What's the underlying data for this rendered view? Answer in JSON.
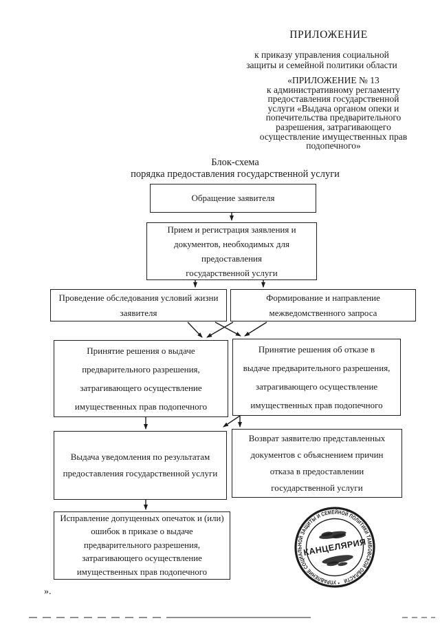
{
  "colors": {
    "ink": "#1b1b1b",
    "paper": "#ffffff"
  },
  "header": {
    "appendix_label": "ПРИЛОЖЕНИЕ",
    "order_text": "к приказу управления социальной\nзащиты и семейной политики области",
    "appendix13_text": "«ПРИЛОЖЕНИЕ № 13\nк административному регламенту\nпредоставления государственной\nуслуги «Выдача органом опеки и\nпопечительства предварительного\nразрешения, затрагивающего\nосуществление имущественных прав\nподопечного»"
  },
  "title_text": "Блок-схема\nпорядка предоставления государственной услуги",
  "flowchart": {
    "boxes": [
      {
        "id": "applicant-appeal",
        "text": "Обращение заявителя"
      },
      {
        "id": "reception-registration",
        "text": "Прием и регистрация заявления и\nдокументов, необходимых для\nпредоставления\nгосударственной услуги"
      },
      {
        "id": "living-conditions-survey",
        "text": "Проведение обследования условий жизни\nзаявителя"
      },
      {
        "id": "interagency-request",
        "text": "Формирование и направление\nмежведомственного запроса"
      },
      {
        "id": "decision-issue-permission",
        "text": "Принятие решения о выдаче\nпредварительного разрешения,\nзатрагивающего осуществление\nимущественных прав подопечного"
      },
      {
        "id": "decision-refuse-permission",
        "text": "Принятие решения об отказе в\nвыдаче предварительного разрешения,\nзатрагивающего осуществление\nимущественных прав подопечного"
      },
      {
        "id": "notification-issue",
        "text": "Выдача уведомления по результатам\nпредоставления государственной услуги"
      },
      {
        "id": "documents-return",
        "text": "Возврат заявителю представленных\nдокументов с объяснением причин\nотказа в предоставлении\nгосударственной услуги"
      },
      {
        "id": "typos-correction",
        "text": "Исправление допущенных опечаток и (или)\nошибок в приказе о выдаче\nпредварительного разрешения,\nзатрагивающего осуществление\nимущественных прав подопечного"
      }
    ]
  },
  "stamp": {
    "center_text": "КАНЦЕЛЯРИЯ",
    "ring_text": "* УПРАВЛЕНИЕ СОЦИАЛЬНОЙ ЗАЩИТЫ И СЕМЕЙНОЙ ПОЛИТИКИ ТАМБОВСКОЙ ОБЛАСТИ"
  },
  "closing_mark": "»."
}
